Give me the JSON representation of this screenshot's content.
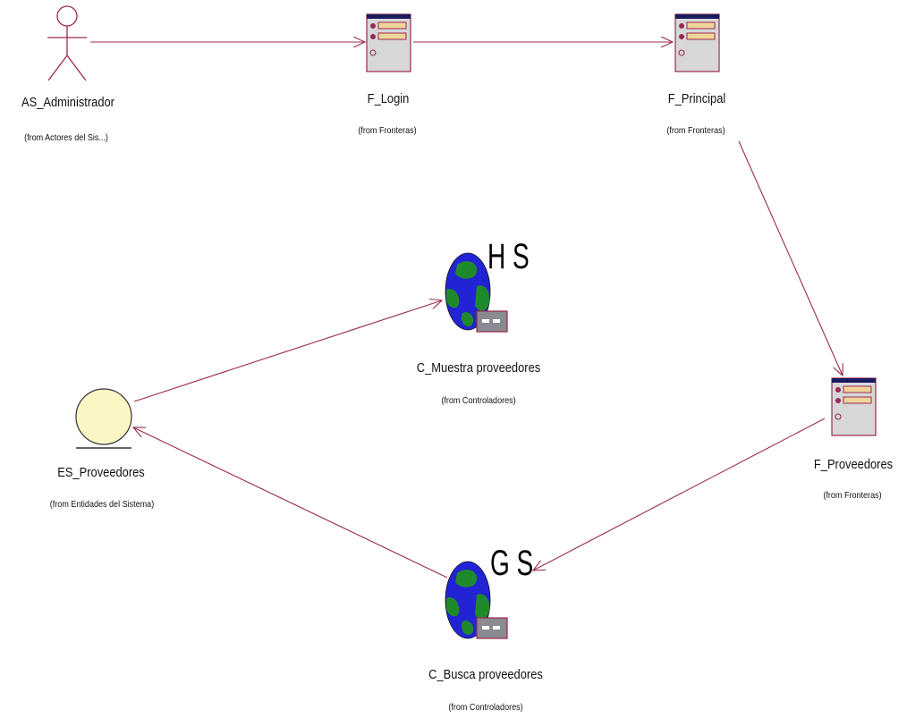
{
  "diagram": {
    "colors": {
      "line": "#9b2a4e",
      "actor": "#9b2a4e",
      "boundary_header": "#1a1a5e",
      "boundary_body": "#d7d7d9",
      "boundary_row": "#efd59a",
      "entity_fill": "#fbf6c3",
      "globe_ocean": "#2323d6",
      "globe_land": "#1f8a2c",
      "server_fill": "#8a8a92"
    },
    "nodes": {
      "admin": {
        "name": "AS_Administrador",
        "from": "(from Actores del Sis...)",
        "icon": "actor-icon"
      },
      "login": {
        "name": "F_Login",
        "from": "(from Fronteras)",
        "icon": "boundary-form-icon"
      },
      "principal": {
        "name": "F_Principal",
        "from": "(from Fronteras)",
        "icon": "boundary-form-icon"
      },
      "proveedores_form": {
        "name": "F_Proveedores",
        "from": "(from Fronteras)",
        "icon": "boundary-form-icon"
      },
      "muestra": {
        "name": "C_Muestra proveedores",
        "from": "(from Controladores)",
        "icon": "controller-globe-icon",
        "tag": "H S"
      },
      "busca": {
        "name": "C_Busca proveedores",
        "from": "(from Controladores)",
        "icon": "controller-globe-icon",
        "tag": "G S"
      },
      "entidad": {
        "name": "ES_Proveedores",
        "from": "(from Entidades del Sistema)",
        "icon": "entity-circle-icon"
      }
    },
    "links": [
      {
        "from": "admin",
        "to": "login"
      },
      {
        "from": "login",
        "to": "principal"
      },
      {
        "from": "principal",
        "to": "proveedores_form"
      },
      {
        "from": "proveedores_form",
        "to": "busca"
      },
      {
        "from": "busca",
        "to": "entidad"
      },
      {
        "from": "entidad",
        "to": "muestra"
      }
    ]
  }
}
